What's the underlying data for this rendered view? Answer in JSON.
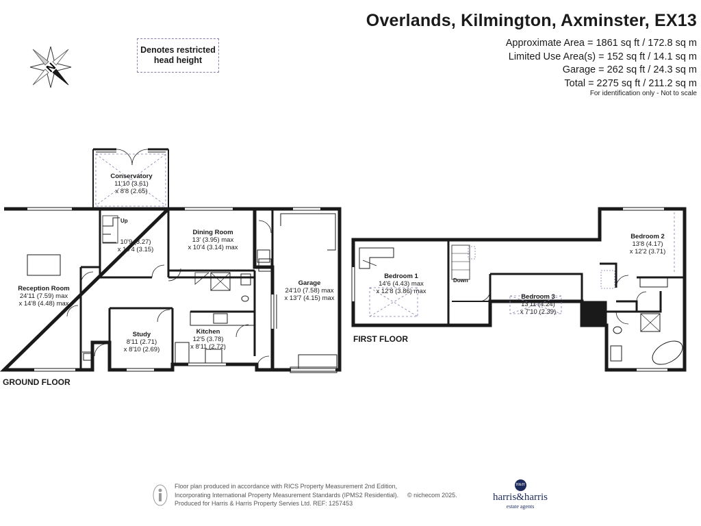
{
  "header": {
    "title": "Overlands, Kilmington, Axminster, EX13",
    "areas": [
      "Approximate Area = 1861 sq ft / 172.8 sq m",
      "Limited Use Area(s) = 152 sq ft / 14.1 sq m",
      "Garage = 262 sq ft / 24.3 sq m",
      "Total = 2275 sq ft / 211.2 sq m"
    ],
    "disclaimer": "For identification only - Not to scale"
  },
  "legend": {
    "line1": "Denotes restricted",
    "line2": "head height"
  },
  "compass": {
    "letter": "N"
  },
  "ground_floor": {
    "label": "GROUND FLOOR",
    "conservatory": {
      "name": "Conservatory",
      "dim1": "11'10 (3.61)",
      "dim2": "x 8'8 (2.65)"
    },
    "dining": {
      "name": "Dining Room",
      "dim1": "13' (3.95) max",
      "dim2": "x 10'4 (3.14) max"
    },
    "hall_room": {
      "dim1": "10'9 (3.27)",
      "dim2": "x 10'4 (3.15)"
    },
    "reception": {
      "name": "Reception Room",
      "dim1": "24'11 (7.59) max",
      "dim2": "x 14'8 (4.48) max"
    },
    "garage": {
      "name": "Garage",
      "dim1": "24'10 (7.58) max",
      "dim2": "x 13'7 (4.15) max"
    },
    "study": {
      "name": "Study",
      "dim1": "8'11 (2.71)",
      "dim2": "x 8'10 (2.69)"
    },
    "kitchen": {
      "name": "Kitchen",
      "dim1": "12'5 (3.78)",
      "dim2": "x 8'11 (2.72)"
    },
    "stairs_label": "Up"
  },
  "first_floor": {
    "label": "FIRST FLOOR",
    "bedroom1": {
      "name": "Bedroom 1",
      "dim1": "14'6 (4.43) max",
      "dim2": "x 12'8 (3.86) max"
    },
    "bedroom2": {
      "name": "Bedroom 2",
      "dim1": "13'8 (4.17)",
      "dim2": "x 12'2 (3.71)"
    },
    "bedroom3": {
      "name": "Bedroom 3",
      "dim1": "13'11 (4.24)",
      "dim2": "x 7'10 (2.39)"
    },
    "stairs_label": "Down"
  },
  "footer": {
    "lines": [
      "Floor plan produced in accordance with RICS Property Measurement 2nd Edition,",
      "Incorporating International Property Measurement Standards (IPMS2 Residential).",
      "Produced for Harris & Harris Property Servies Ltd.   REF: 1257453"
    ],
    "copyright": "© nichecom 2025."
  },
  "agent_logo": {
    "badge": "H&H",
    "brand": "harris&harris",
    "tagline": "estate agents"
  }
}
